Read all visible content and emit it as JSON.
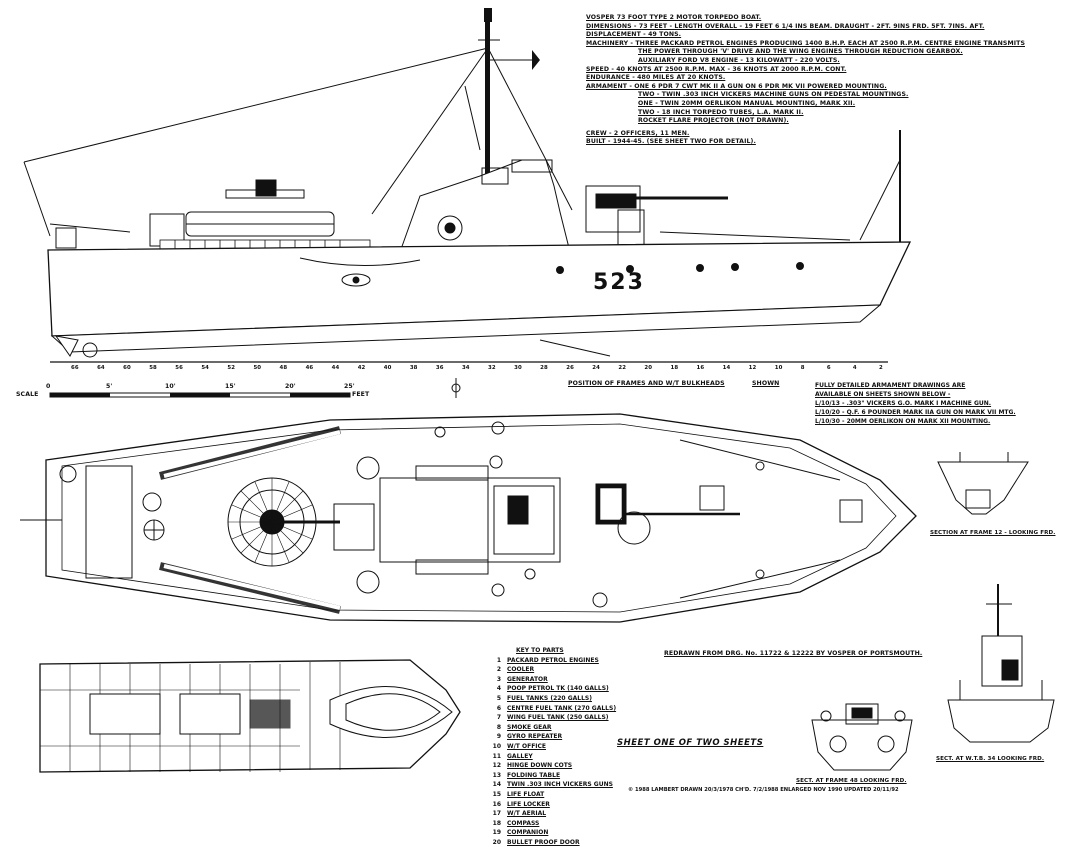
{
  "specs": {
    "title": "VOSPER 73 FOOT TYPE 2 MOTOR TORPEDO BOAT.",
    "dimensions": "DIMENSIONS - 73 FEET - LENGTH OVERALL - 19 FEET 6 1/4 INS BEAM. DRAUGHT - 2FT. 9INS FRD. 5FT. 7INS. AFT.",
    "displacement": "DISPLACEMENT - 49 TONS.",
    "machinery_1": "MACHINERY - THREE PACKARD PETROL ENGINES PRODUCING 1400 B.H.P. EACH AT 2500 R.P.M. CENTRE ENGINE TRANSMITS",
    "machinery_2": "THE POWER THROUGH 'V' DRIVE AND THE WING ENGINES THROUGH REDUCTION GEARBOX.",
    "machinery_3": "AUXILIARY FORD V8 ENGINE - 13 KILOWATT - 220 VOLTS.",
    "speed": "SPEED - 40 KNOTS AT 2500 R.P.M. MAX - 36 KNOTS AT 2000 R.P.M. CONT.",
    "endurance": "ENDURANCE - 480 MILES AT 20 KNOTS.",
    "armament_1": "ARMAMENT - ONE 6 PDR 7 CWT MK II A GUN ON 6 PDR MK VII POWERED MOUNTING.",
    "armament_2": "TWO - TWIN .303 INCH VICKERS MACHINE GUNS ON PEDESTAL MOUNTINGS.",
    "armament_3": "ONE - TWIN 20MM OERLIKON MANUAL MOUNTING, MARK XII.",
    "armament_4": "TWO - 18 INCH TORPEDO TUBES, L.A. MARK II.",
    "armament_5": "ROCKET FLARE PROJECTOR (NOT DRAWN).",
    "crew": "CREW - 2 OFFICERS, 11 MEN.",
    "built": "BUILT - 1944-45. (SEE SHEET TWO FOR DETAIL)."
  },
  "hull_number": "523",
  "frames": {
    "ticks": [
      "66",
      "64",
      "60",
      "58",
      "56",
      "54",
      "52",
      "50",
      "48",
      "46",
      "44",
      "42",
      "40",
      "38",
      "36",
      "34",
      "32",
      "30",
      "28",
      "26",
      "24",
      "22",
      "20",
      "18",
      "16",
      "14",
      "12",
      "10",
      "8",
      "6",
      "4",
      "2"
    ],
    "caption": "POSITION OF FRAMES AND W/T BULKHEADS",
    "shown_label": "SHOWN"
  },
  "scale": {
    "left_label": "SCALE",
    "ticks": [
      "0",
      "5'",
      "10'",
      "15'",
      "20'",
      "25'"
    ],
    "unit": "FEET"
  },
  "armament_note": {
    "line1": "FULLY DETAILED ARMAMENT DRAWINGS ARE",
    "line2": "AVAILABLE ON SHEETS SHOWN BELOW -",
    "line3": "L/10/13 - .303\" VICKERS G.O. MARK I MACHINE GUN.",
    "line4": "L/10/20 - Q.F. 6 POUNDER MARK IIA GUN ON MARK VII MTG.",
    "line5": "L/10/30 - 20MM OERLIKON ON MARK XII MOUNTING."
  },
  "section_frame_12": "SECTION AT FRAME 12 - LOOKING FRD.",
  "redrawn_note": "REDRAWN FROM DRG. No. 11722 & 12222 BY VOSPER OF PORTSMOUTH.",
  "key": {
    "title": "KEY TO PARTS",
    "items": [
      {
        "n": "1",
        "t": "PACKARD PETROL ENGINES"
      },
      {
        "n": "2",
        "t": "COOLER"
      },
      {
        "n": "3",
        "t": "GENERATOR"
      },
      {
        "n": "4",
        "t": "POOP PETROL TK (140 GALLS)"
      },
      {
        "n": "5",
        "t": "FUEL TANKS (220 GALLS)"
      },
      {
        "n": "6",
        "t": "CENTRE FUEL TANK (270 GALLS)"
      },
      {
        "n": "7",
        "t": "WING FUEL TANK (250 GALLS)"
      },
      {
        "n": "8",
        "t": "SMOKE GEAR"
      },
      {
        "n": "9",
        "t": "GYRO REPEATER"
      },
      {
        "n": "10",
        "t": "W/T OFFICE"
      },
      {
        "n": "11",
        "t": "GALLEY"
      },
      {
        "n": "12",
        "t": "HINGE DOWN COTS"
      },
      {
        "n": "13",
        "t": "FOLDING TABLE"
      },
      {
        "n": "14",
        "t": "TWIN .303 INCH VICKERS GUNS"
      },
      {
        "n": "15",
        "t": "LIFE FLOAT"
      },
      {
        "n": "16",
        "t": "LIFE LOCKER"
      },
      {
        "n": "17",
        "t": "W/T AERIAL"
      },
      {
        "n": "18",
        "t": "COMPASS"
      },
      {
        "n": "19",
        "t": "COMPANION"
      },
      {
        "n": "20",
        "t": "BULLET PROOF DOOR"
      }
    ]
  },
  "sheet_label": "SHEET ONE OF TWO SHEETS",
  "section_frame_48": "SECT. AT FRAME 48 LOOKING FRD.",
  "section_wt": "SECT. AT W.T.B. 34 LOOKING FRD.",
  "footer": "© 1988 LAMBERT   DRAWN 20/3/1978   CH'D. 7/2/1988   ENLARGED NOV 1990   UPDATED 20/11/92"
}
